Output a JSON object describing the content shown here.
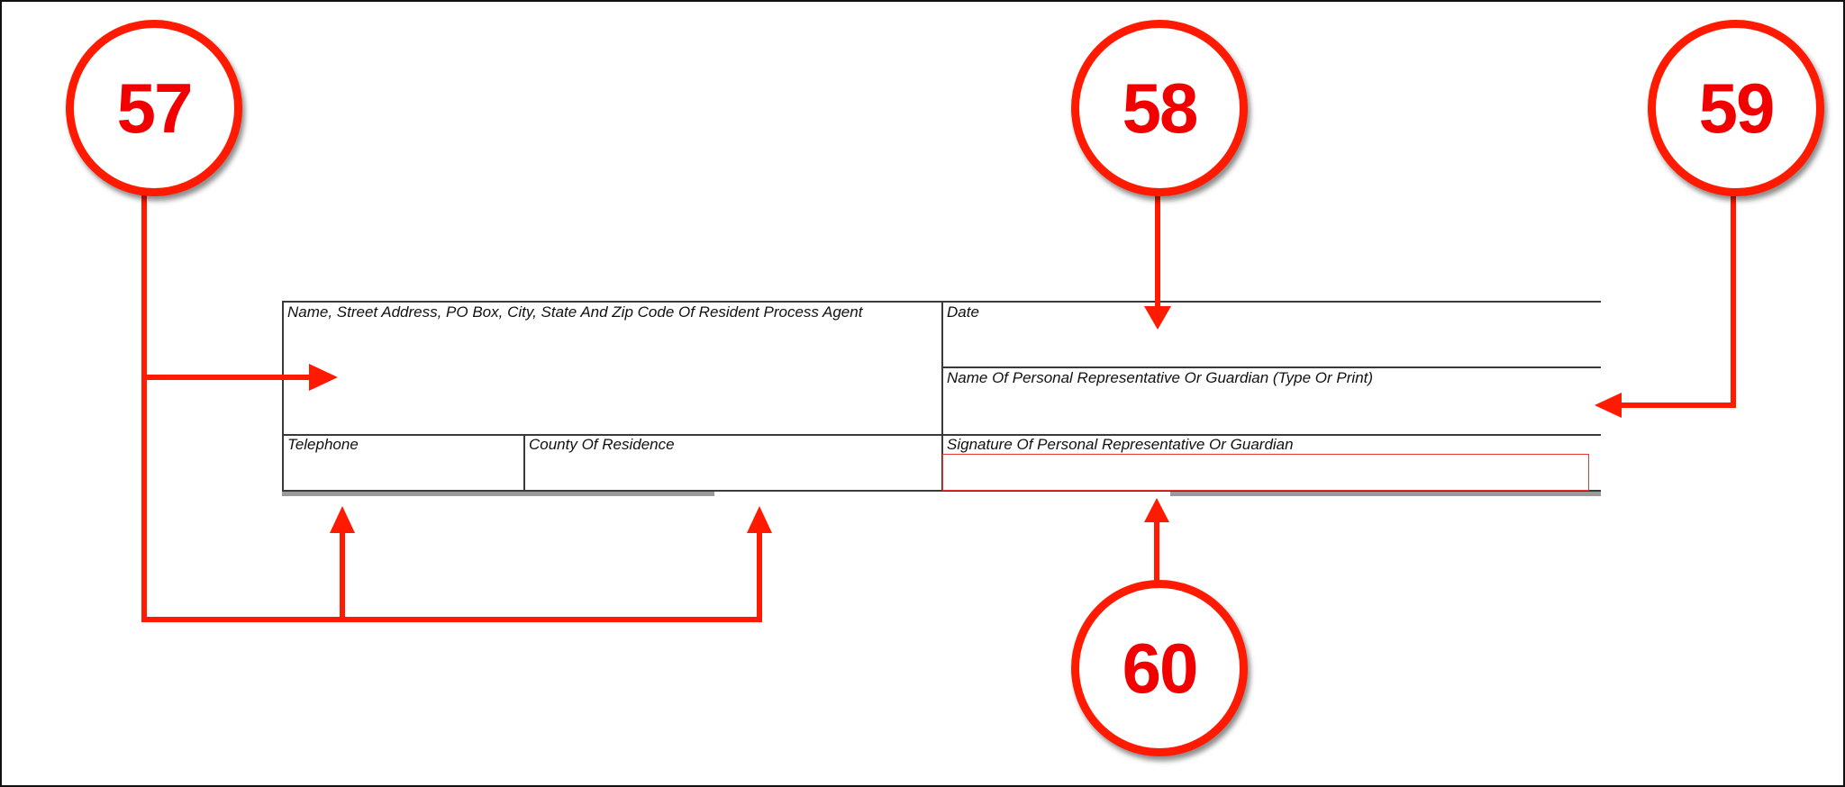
{
  "form": {
    "fields": [
      {
        "id": "resident-agent",
        "label": "Name, Street Address, PO Box, City, State And Zip Code Of Resident Process Agent"
      },
      {
        "id": "date",
        "label": "Date"
      },
      {
        "id": "rep-name",
        "label": "Name Of Personal Representative Or Guardian (Type Or Print)"
      },
      {
        "id": "telephone",
        "label": "Telephone"
      },
      {
        "id": "county",
        "label": "County Of Residence"
      },
      {
        "id": "signature",
        "label": "Signature Of Personal Representative Or Guardian"
      }
    ]
  },
  "callouts": [
    {
      "number": "57",
      "targets": [
        "resident-agent",
        "telephone",
        "county"
      ]
    },
    {
      "number": "58",
      "targets": [
        "date"
      ]
    },
    {
      "number": "59",
      "targets": [
        "rep-name"
      ]
    },
    {
      "number": "60",
      "targets": [
        "signature"
      ]
    }
  ],
  "colors": {
    "callout_red": "#ff1a00",
    "form_line": "#3a3a3a",
    "signature_box": "#e53935"
  }
}
